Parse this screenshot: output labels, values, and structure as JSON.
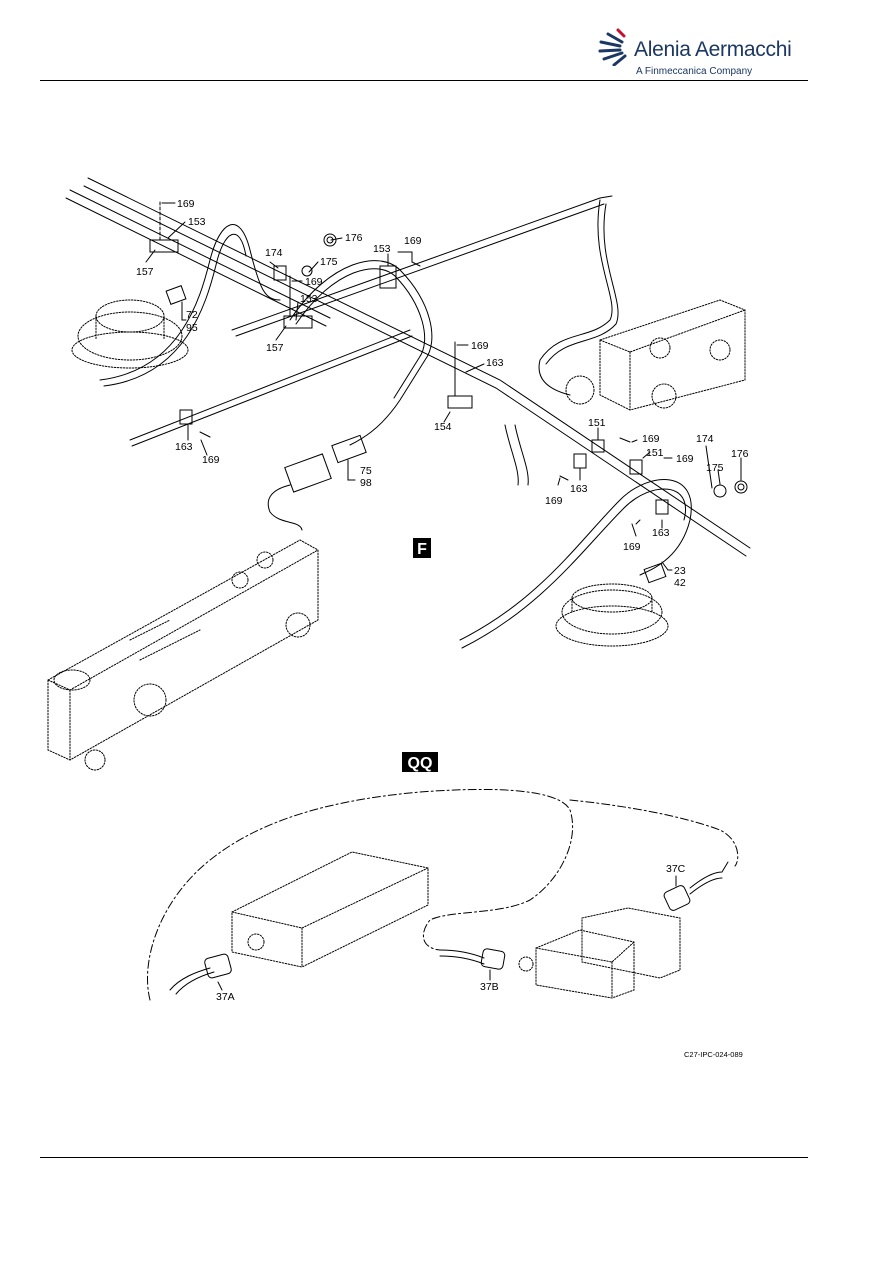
{
  "header": {
    "brand_name": "Alenia Aermacchi",
    "brand_subtitle": "A Finmeccanica Company",
    "logo_icon": "alenia-swoosh-icon",
    "brand_color": "#1b3764",
    "accent_color": "#c8102e"
  },
  "diagram": {
    "view_labels": [
      "F",
      "QQ"
    ],
    "callouts_view_f": [
      "169",
      "153",
      "157",
      "72",
      "95",
      "174",
      "176",
      "175",
      "169",
      "153",
      "157",
      "153",
      "169",
      "169",
      "163",
      "163",
      "169",
      "154",
      "75",
      "98",
      "151",
      "169",
      "151",
      "169",
      "174",
      "176",
      "175",
      "169",
      "163",
      "169",
      "163",
      "23",
      "42"
    ],
    "callouts_view_qq": [
      "37A",
      "37B",
      "37C"
    ]
  },
  "figure_ref": "C27-IPC-024-089"
}
